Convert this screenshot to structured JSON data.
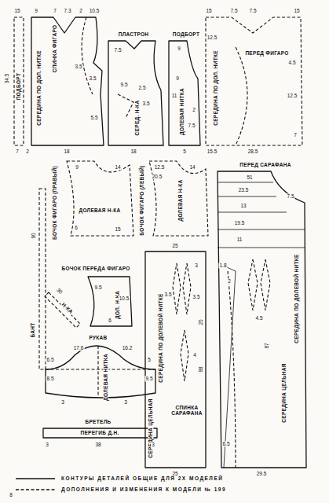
{
  "diagram": {
    "nodes": [
      {
        "text": [
          "ПОДБОРТ"
        ]
      },
      {
        "text": [
          "СПИНКА ФИГАРО",
          "СЕРЕДИНА ПО ДОЛ. НИТКЕ"
        ]
      },
      {
        "text": [
          "ПЛАСТРОН",
          "СЕРЕД. Н-КА"
        ]
      },
      {
        "text": [
          "ПОДБОРТ",
          "ДОЛЕВАЯ НИТКА"
        ]
      },
      {
        "text": [
          "ПЕРЕД ФИГАРО",
          "СЕРЕДИНА ПО ДОЛ. НИТКЕ"
        ]
      },
      {
        "text": [
          "БОЧОК ФИГАРО (ПРАВЫЙ)",
          "ДОЛЕВАЯ Н-КА"
        ]
      },
      {
        "text": [
          "БОЧОК ФИГАРО (ЛЕВЫЙ)",
          "ДОЛЕВАЯ Н-КА"
        ]
      },
      {
        "text": [
          "ПЕРЕД САРАФАНА",
          "СЕРЕДИНА ЦЕЛЬНАЯ",
          "СЕРЕДИНА ПО ДОЛЕВОЙ НИТКЕ"
        ]
      },
      {
        "text": [
          "БАНТ",
          "Н-КА"
        ]
      },
      {
        "text": [
          "БОЧОК ПЕРЕДА ФИГАРО",
          "ДОЛ. Н-КА"
        ]
      },
      {
        "text": [
          "СПИНКА САРАФАНА",
          "СЕРЕДИНА ЦЕЛЬНАЯ",
          "СЕРЕДИНА ПО ДОЛЕВОЙ НИТКЕ"
        ]
      },
      {
        "text": [
          "РУКАВ",
          "ДОЛЕВАЯ НИТКА"
        ]
      },
      {
        "text": [
          "БРЕТЕЛЬ",
          "ПЕРЕГИБ Д.Н."
        ]
      }
    ],
    "labels": [
      "15",
      "9",
      "7",
      "7.3",
      "2",
      "10.5",
      "34.5",
      "3.5",
      "3.5",
      "5.5",
      "7",
      "2",
      "18",
      "7.5",
      "9.5",
      "2.5",
      "3.5",
      "18",
      "9",
      "9",
      "11",
      "2",
      "7.5",
      "5",
      "15",
      "7.5",
      "7.5",
      "15",
      "12.5",
      "4.5",
      "12.5",
      "7",
      "15.5",
      "28.5",
      "9",
      "14",
      "6",
      "15",
      "12.5",
      "14",
      "20.5",
      "51",
      "23.5",
      "7.5",
      "13",
      "19.5",
      "11",
      "1.8",
      "2",
      "4.5",
      "87",
      "6.5",
      "29.5",
      "25",
      "3",
      "3.5",
      "3.5",
      "4",
      "20",
      "88",
      "25",
      "9.5",
      "10.5",
      "6",
      "17.6",
      "16.2",
      "6.5",
      "8.5",
      "5",
      "9.5",
      "3",
      "3",
      "3",
      "38",
      "3",
      "90",
      "30",
      "8"
    ],
    "legend": [
      {
        "text": "КОНТУРЫ ДЕТАЛЕЙ ОБЩИЕ ДЛЯ 2Х МОДЕЛЕЙ"
      },
      {
        "text": "ДОПОЛНЕНИЯ И ИЗМЕНЕНИЯ К МОДЕЛИ № 199"
      }
    ]
  }
}
